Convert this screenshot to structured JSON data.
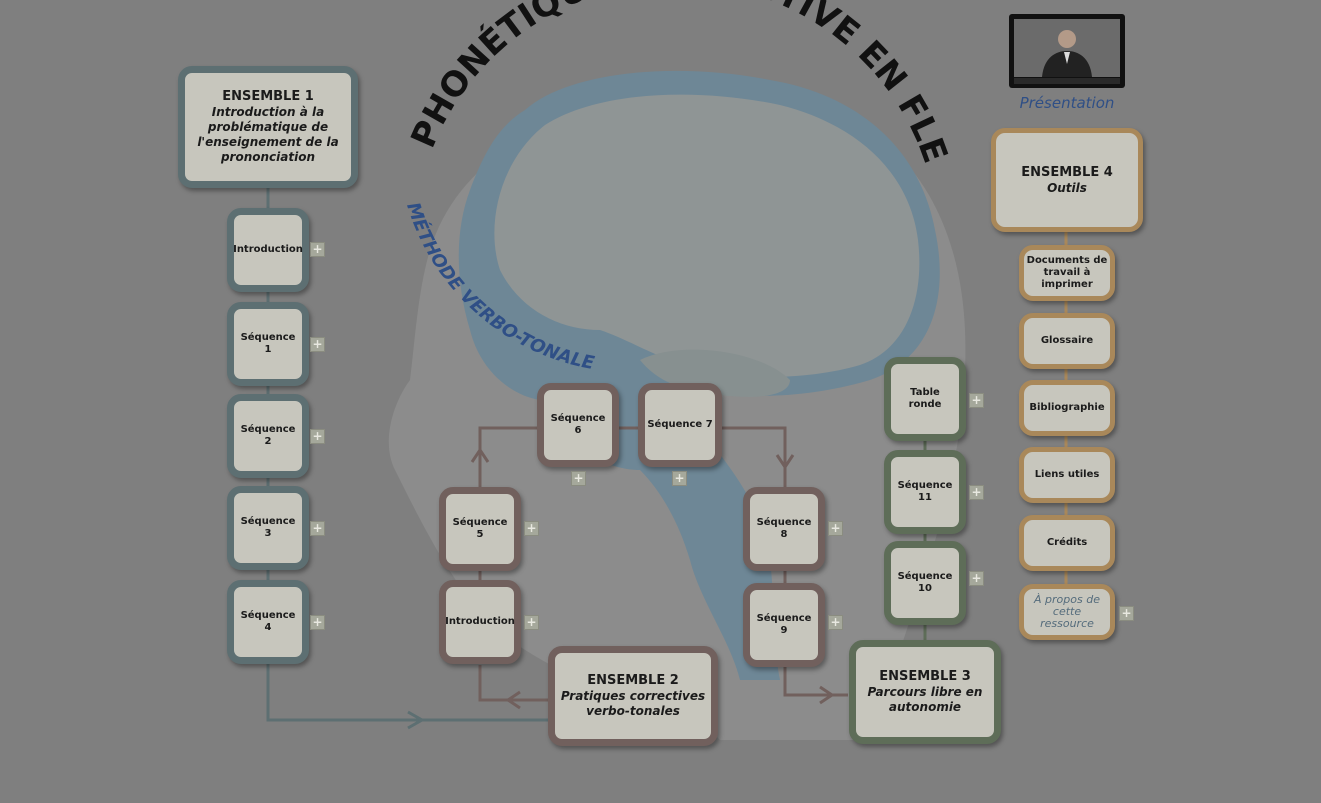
{
  "title": "PHONÉTIQUE CORRECTIVE EN FLE",
  "subtitle": "MÉTHODE VERBO-TONALE",
  "plus_symbol": "+",
  "presentation": {
    "label": "Présentation"
  },
  "ensemble1": {
    "title": "ENSEMBLE 1",
    "subtitle": "Introduction à la problématique de l'enseignement de la prononciation",
    "items": [
      "Introduction",
      "Séquence 1",
      "Séquence 2",
      "Séquence 3",
      "Séquence 4"
    ]
  },
  "ensemble2": {
    "title": "ENSEMBLE 2",
    "subtitle": "Pratiques correctives verbo-tonales",
    "items": [
      "Introduction",
      "Séquence 5",
      "Séquence 6",
      "Séquence 7",
      "Séquence 8",
      "Séquence 9"
    ]
  },
  "ensemble3": {
    "title": "ENSEMBLE 3",
    "subtitle": "Parcours libre en autonomie",
    "items": [
      "Table ronde",
      "Séquence 11",
      "Séquence 10"
    ]
  },
  "ensemble4": {
    "title": "ENSEMBLE 4",
    "subtitle": "Outils",
    "items": [
      "Documents de travail à imprimer",
      "Glossaire",
      "Bibliographie",
      "Liens utiles",
      "Crédits",
      "À propos de cette ressource"
    ]
  },
  "colors": {
    "blue": "#5d6f72",
    "red": "#71605d",
    "green": "#5e6d58",
    "orange": "#a9885a",
    "title_text": "#111111",
    "subtitle_text": "#2f4f86"
  }
}
